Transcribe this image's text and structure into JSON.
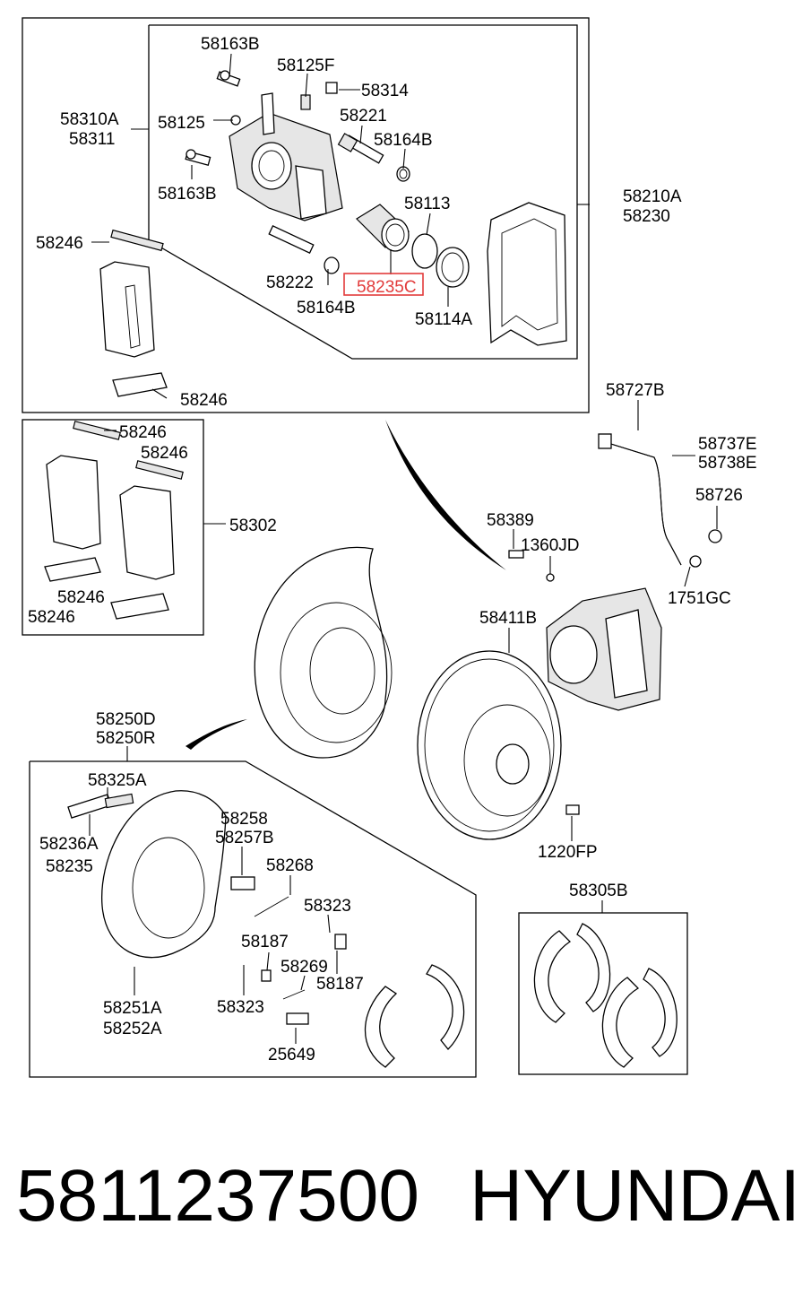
{
  "labels": {
    "p58163B_top": "58163B",
    "p58125F": "58125F",
    "p58314": "58314",
    "p58310A": "58310A",
    "p58311": "58311",
    "p58125": "58125",
    "p58221": "58221",
    "p58164B_top": "58164B",
    "p58163B_mid": "58163B",
    "p58113": "58113",
    "p58210A": "58210A",
    "p58230": "58230",
    "p58246_a": "58246",
    "p58222": "58222",
    "p58235C": "58235C",
    "p58164B_bot": "58164B",
    "p58114A": "58114A",
    "p58246_b": "58246",
    "p58246_c": "58246",
    "p58246_d": "58246",
    "p58302": "58302",
    "p58246_e": "58246",
    "p58246_f": "58246",
    "p58727B": "58727B",
    "p58737E": "58737E",
    "p58738E": "58738E",
    "p58726": "58726",
    "p58389": "58389",
    "p1360JD": "1360JD",
    "p1751GC": "1751GC",
    "p58411B": "58411B",
    "p58250D": "58250D",
    "p58250R": "58250R",
    "p58325A": "58325A",
    "p58236A": "58236A",
    "p58235": "58235",
    "p58258": "58258",
    "p58257B": "58257B",
    "p58268": "58268",
    "p58323_a": "58323",
    "p58187_a": "58187",
    "p58269": "58269",
    "p58187_b": "58187",
    "p58323_b": "58323",
    "p58251A": "58251A",
    "p58252A": "58252A",
    "p25649": "25649",
    "p1220FP": "1220FP",
    "p58305B": "58305B"
  },
  "footer": {
    "part_number": "5811237500",
    "brand": "HYUNDAI"
  },
  "colors": {
    "highlight": "#e23b3b",
    "line": "#000000"
  }
}
